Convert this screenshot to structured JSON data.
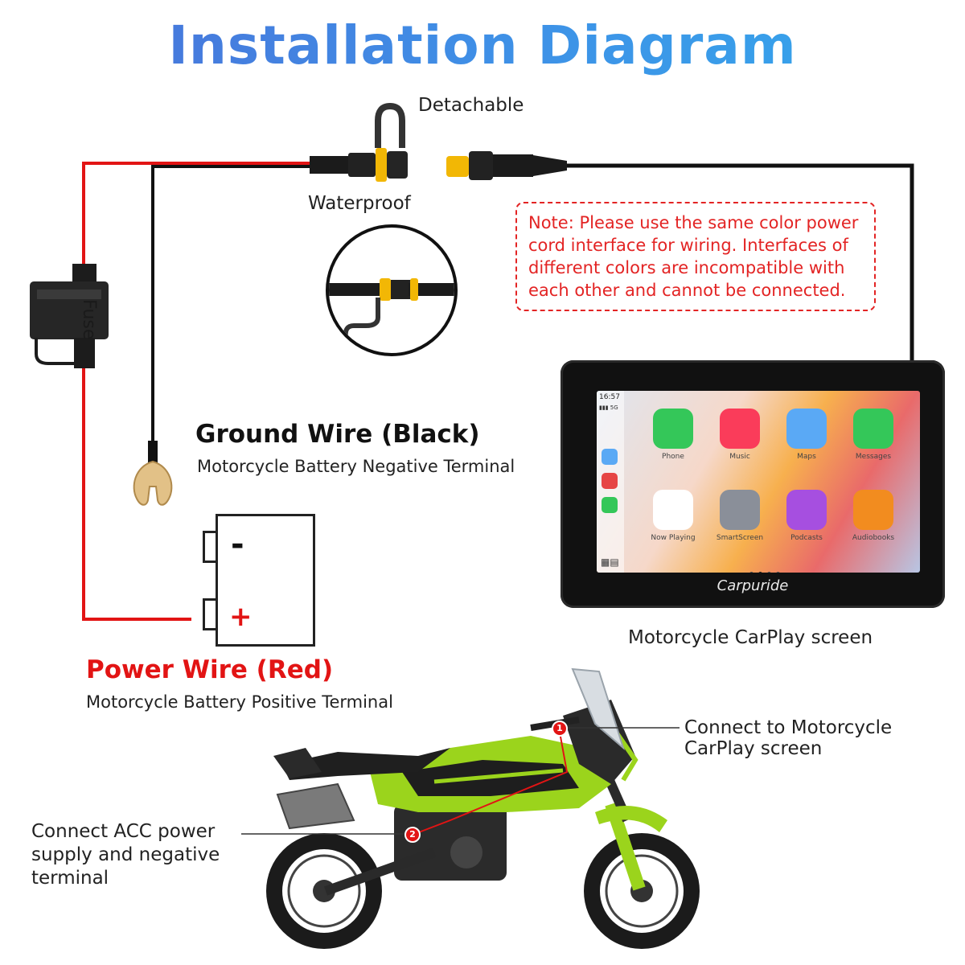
{
  "title": "Installation Diagram",
  "connectors": {
    "detachable_label": "Detachable",
    "waterproof_label": "Waterproof"
  },
  "fuse_label": "Fuse",
  "note": {
    "text": "Note: Please use the same color power cord interface for wiring. Interfaces of different colors are incompatible with each other and cannot be connected.",
    "color": "#e32424"
  },
  "ground_wire": {
    "title": "Ground Wire (Black)",
    "subtitle": "Motorcycle Battery Negative Terminal"
  },
  "power_wire": {
    "title": "Power Wire (Red)",
    "subtitle": "Motorcycle Battery Positive Terminal"
  },
  "battery": {
    "minus": "-",
    "plus": "+"
  },
  "device": {
    "caption": "Motorcycle CarPlay screen",
    "brand": "Carpuride",
    "status_time": "16:57",
    "status_signal": "5G",
    "apps": [
      {
        "name": "Phone",
        "icon": "phone-icon",
        "color": "#34c759"
      },
      {
        "name": "Music",
        "icon": "music-note-icon",
        "color": "#fa3c5a"
      },
      {
        "name": "Maps",
        "icon": "maps-icon",
        "color": "#5aa9f5"
      },
      {
        "name": "Messages",
        "icon": "message-bubble-icon",
        "color": "#34c759"
      },
      {
        "name": "Now Playing",
        "icon": "waveform-icon",
        "color": "#ffffff"
      },
      {
        "name": "SmartScreen",
        "icon": "house-icon",
        "color": "#8a8f99"
      },
      {
        "name": "Podcasts",
        "icon": "podcast-icon",
        "color": "#a64fe0"
      },
      {
        "name": "Audiobooks",
        "icon": "book-icon",
        "color": "#f28c1f"
      }
    ]
  },
  "motorcycle": {
    "callout_1_number": "1",
    "callout_1_text_line1": "Connect to Motorcycle",
    "callout_1_text_line2": "CarPlay screen",
    "callout_2_number": "2",
    "callout_2_text_line1": "Connect ACC power",
    "callout_2_text_line2": "supply and negative",
    "callout_2_text_line3": "terminal"
  },
  "colors": {
    "red_wire": "#e21414",
    "black_wire": "#111111",
    "connector_yellow": "#f2b705",
    "bike_green": "#9bd41c"
  }
}
